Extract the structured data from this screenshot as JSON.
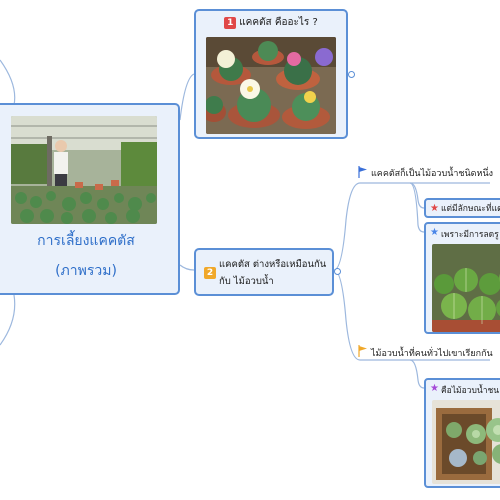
{
  "central": {
    "title_line1": "การเลี้ยงแคคตัส",
    "title_line2": "(ภาพรวม)"
  },
  "topic1": {
    "number": "1",
    "number_color": "#e04848",
    "title": "แคคตัส คืออะไร ?"
  },
  "topic2": {
    "number": "2",
    "number_color": "#f0a82a",
    "title_line1": "แคคตัส ต่างหรือเหมือนกัน",
    "title_line2": "กับ ไม้อวบน้ำ"
  },
  "branch_a": {
    "label": "แคคตัสก็เป็นไม้อวบน้ำชนิดหนึ่ง",
    "flag_color": "#3a6fd8",
    "sub1": {
      "label": "แต่มีลักษณะที่แตก",
      "star_color": "#e04848"
    },
    "sub2": {
      "label": "เพราะมีการลดรู",
      "star_color": "#4a86e8"
    }
  },
  "branch_b": {
    "label": "ไม้อวบน้ำที่คนทั่วไปเขาเรียกกัน",
    "flag_color": "#f0a82a",
    "sub1": {
      "label": "คือไม้อวบน้ำชน",
      "star_color": "#a54ad8"
    }
  },
  "colors": {
    "node_border": "#5b8fd6",
    "node_fill": "#eaf1fb",
    "connector": "#9db8de",
    "central_text": "#2f6fc9"
  }
}
